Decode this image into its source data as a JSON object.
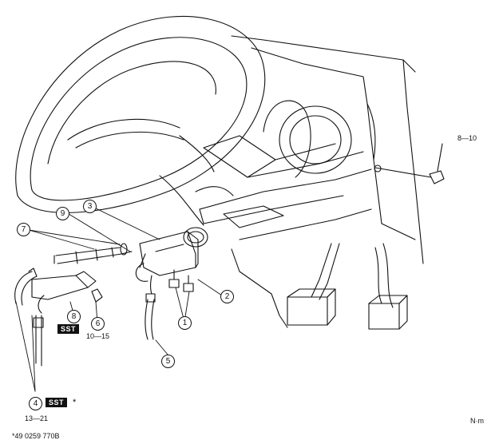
{
  "callouts": {
    "c1": "1",
    "c2": "2",
    "c3": "3",
    "c4": "4",
    "c5": "5",
    "c6": "6",
    "c7": "7",
    "c8": "8",
    "c9": "9"
  },
  "torque": {
    "bracket_bolt": "8—10",
    "nut_6": "10—15",
    "pipe_4": "13—21"
  },
  "sst": {
    "label": "SST",
    "asterisk": "*"
  },
  "unit": "N·m",
  "footnote": "*49 0259 770B"
}
